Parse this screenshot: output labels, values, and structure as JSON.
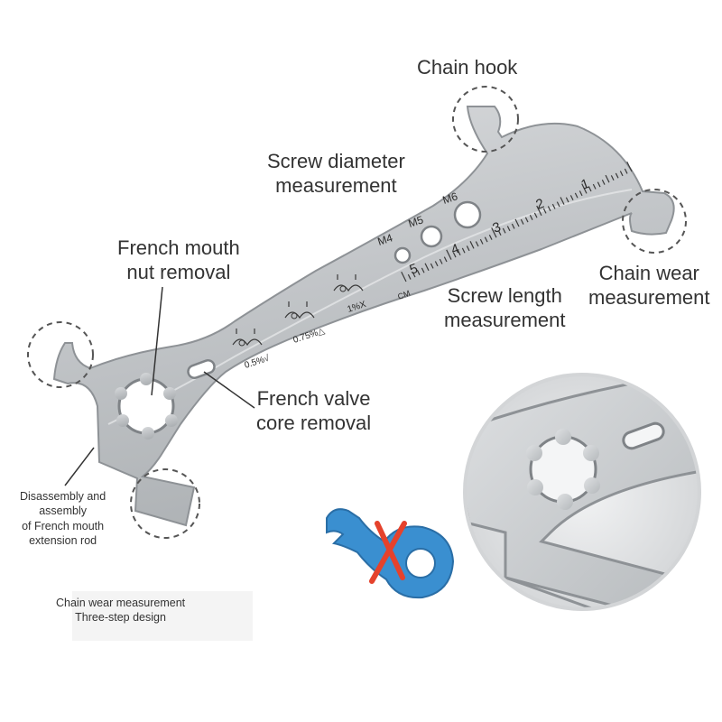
{
  "labels": {
    "chain_hook": "Chain hook",
    "screw_diameter": [
      "Screw diameter",
      "measurement"
    ],
    "french_mouth_nut": [
      "French mouth",
      "nut removal"
    ],
    "chain_wear": [
      "Chain wear",
      "measurement"
    ],
    "screw_length": [
      "Screw length",
      "measurement"
    ],
    "french_valve": [
      "French valve",
      "core removal"
    ],
    "disassembly": [
      "Disassembly and",
      "assembly",
      "of French mouth",
      "extension rod"
    ],
    "footer": [
      "Chain wear measurement",
      "Three-step design"
    ]
  },
  "tool_markings": {
    "holes": [
      "M4",
      "M5",
      "M6"
    ],
    "ruler_numbers": [
      "1",
      "2",
      "3",
      "4",
      "5"
    ],
    "ruler_unit": "CM",
    "wear_marks": [
      "0.5%√",
      "0.75%△",
      "1%X"
    ]
  },
  "colors": {
    "steel": "#c3c6c9",
    "steel_dark": "#9ea2a6",
    "steel_light": "#e4e6e8",
    "background": "#ffffff",
    "accent_blue": "#3a8fd0",
    "cross_red": "#e5422c",
    "text": "#333333"
  },
  "icons": {
    "rejected_tool": "blue-valve-wrench-crossed",
    "zoom_circle": "zoomed-detail-inset"
  }
}
